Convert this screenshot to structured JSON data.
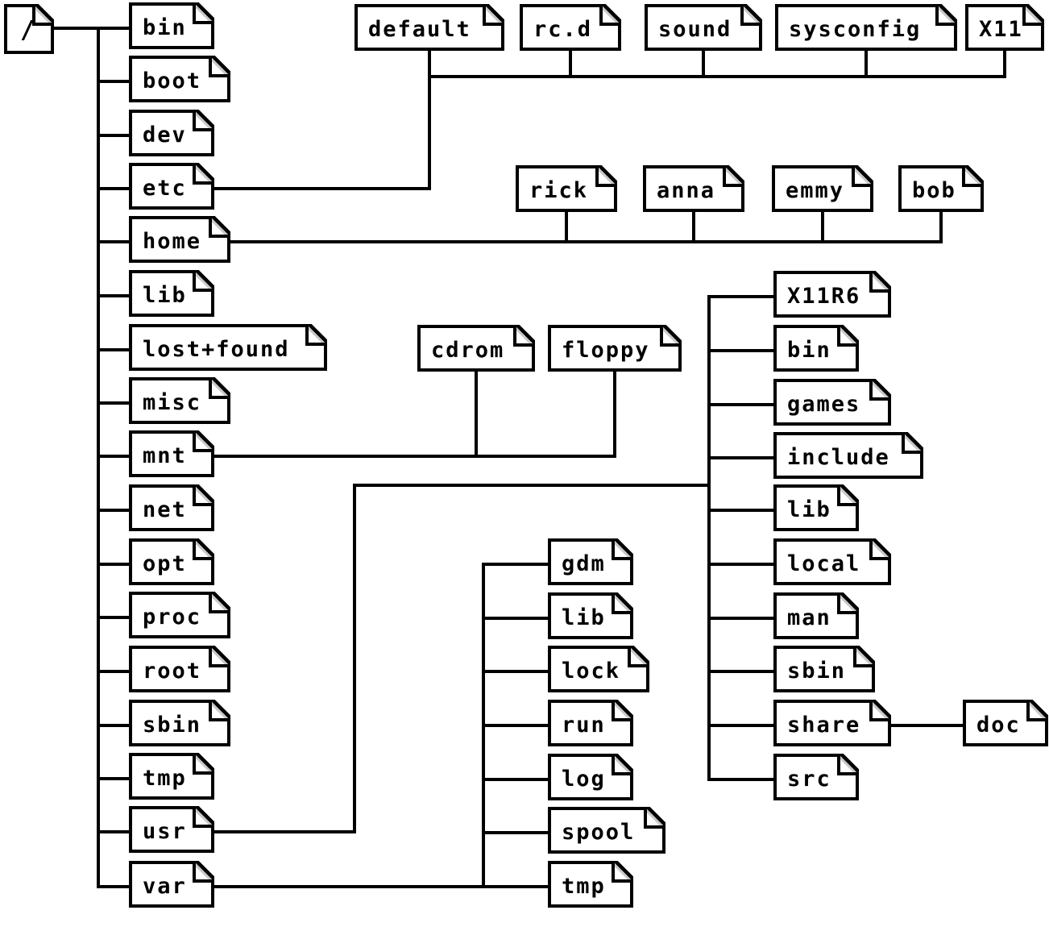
{
  "tree": {
    "root_label": "/",
    "root_children": [
      "bin",
      "boot",
      "dev",
      "etc",
      "home",
      "lib",
      "lost+found",
      "misc",
      "mnt",
      "net",
      "opt",
      "proc",
      "root",
      "sbin",
      "tmp",
      "usr",
      "var"
    ],
    "etc_children": [
      "default",
      "rc.d",
      "sound",
      "sysconfig",
      "X11"
    ],
    "home_children": [
      "rick",
      "anna",
      "emmy",
      "bob"
    ],
    "mnt_children": [
      "cdrom",
      "floppy"
    ],
    "usr_children": [
      "X11R6",
      "bin",
      "games",
      "include",
      "lib",
      "local",
      "man",
      "sbin",
      "share",
      "src"
    ],
    "share_children": [
      "doc"
    ],
    "var_children": [
      "gdm",
      "lib",
      "lock",
      "run",
      "log",
      "spool",
      "tmp"
    ]
  },
  "icons": {
    "node_shape": "dogear-page-icon"
  },
  "colors": {
    "line": "#000000",
    "node_border": "#000000",
    "node_fill": "#ffffff",
    "fold_shade": "#c9c9c9",
    "background": "#ffffff"
  }
}
